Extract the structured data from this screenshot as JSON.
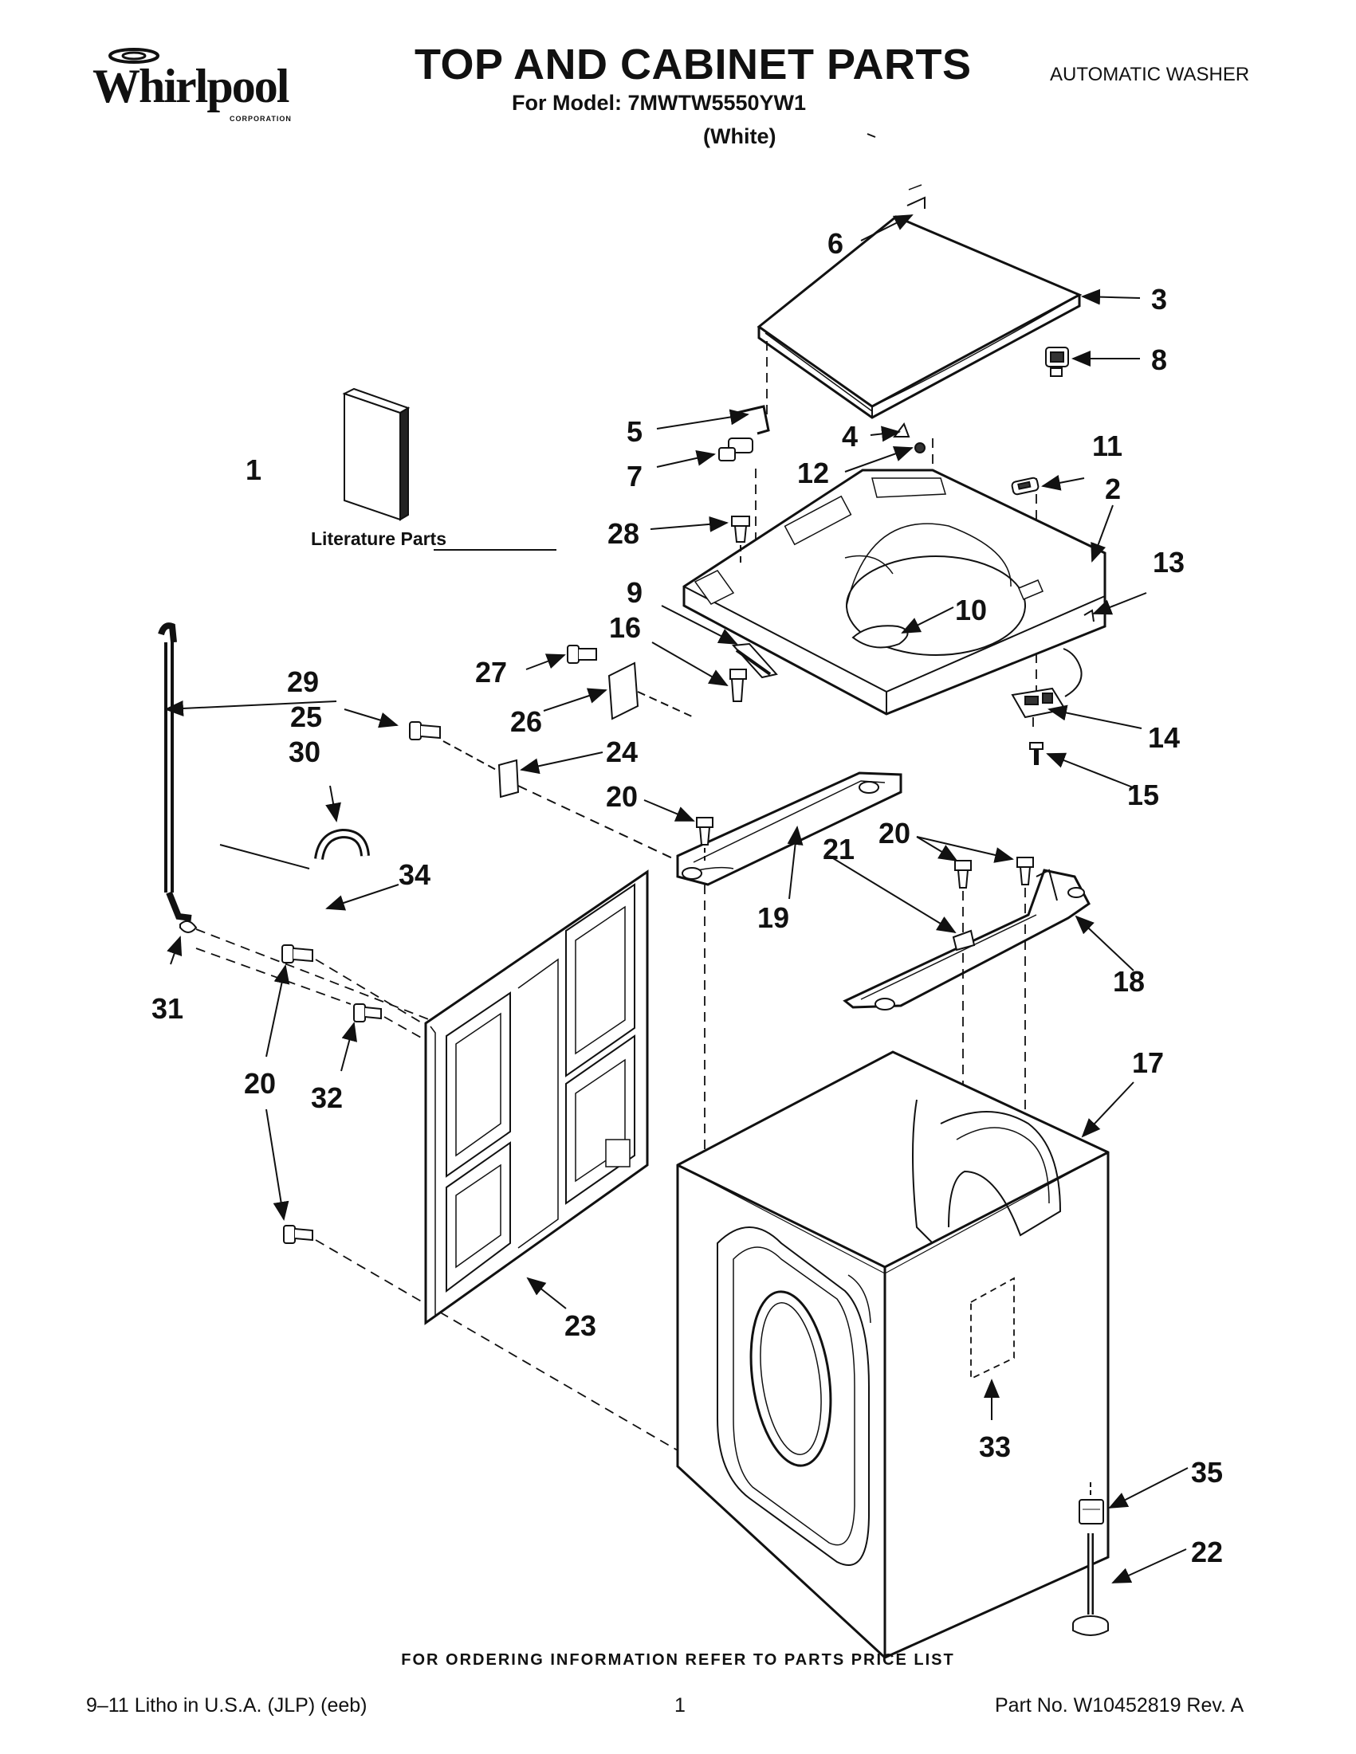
{
  "header": {
    "brand_word": "Whirlpool",
    "brand_corporation": "CORPORATION",
    "title": "TOP AND CABINET PARTS",
    "model_line": "For Model: 7MWTW5550YW1",
    "color_line": "(White)",
    "product_type": "AUTOMATIC WASHER"
  },
  "diagram": {
    "literature_label": "Literature Parts",
    "callouts": [
      "1",
      "2",
      "3",
      "4",
      "5",
      "6",
      "7",
      "8",
      "9",
      "10",
      "11",
      "12",
      "13",
      "14",
      "15",
      "16",
      "17",
      "18",
      "19",
      "20",
      "20",
      "20",
      "21",
      "22",
      "23",
      "24",
      "25",
      "26",
      "27",
      "28",
      "29",
      "30",
      "31",
      "32",
      "33",
      "34",
      "35"
    ]
  },
  "footer": {
    "ordering_info": "FOR ORDERING INFORMATION REFER TO PARTS PRICE LIST",
    "litho": "9–11 Litho in U.S.A. (JLP) (eeb)",
    "page_number": "1",
    "part_number": "Part No. W10452819 Rev. A"
  }
}
